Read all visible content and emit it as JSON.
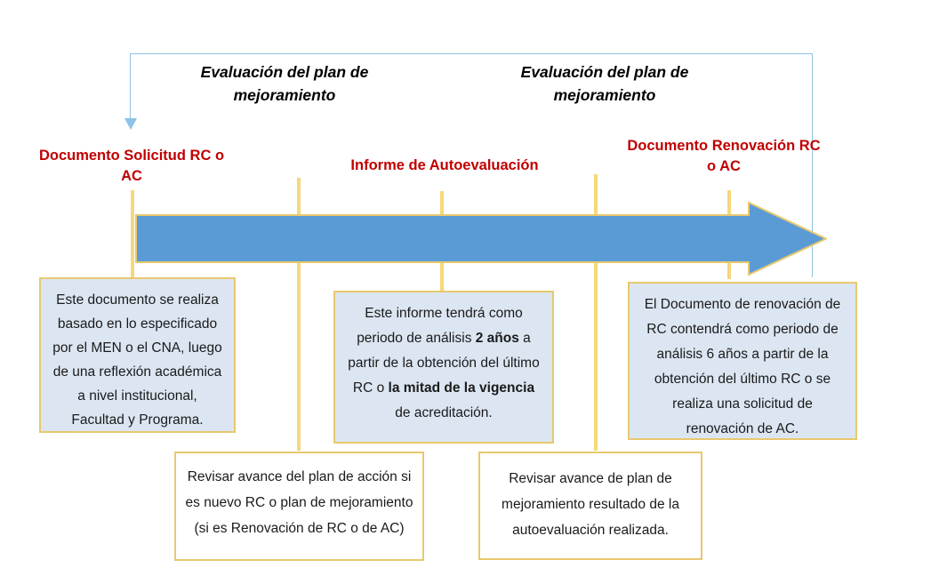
{
  "diagram": {
    "title": "Linea de tiempo proceso RC / AC",
    "colors": {
      "arrow_fill": "#5B9BD5",
      "arrow_outline": "#E8C86E",
      "tick_line": "#F7D77B",
      "bracket": "#8FC2E8",
      "box_fill": "#DCE6F2",
      "box_border": "#E8C86E",
      "milestone_text": "#C00000",
      "body_text": "#1A1A1A"
    },
    "phase_headings": [
      {
        "id": "phase-1",
        "text": "Evaluación del plan de mejoramiento"
      },
      {
        "id": "phase-2",
        "text": "Evaluación del plan de mejoramiento"
      }
    ],
    "milestones": [
      {
        "id": "milestone-1",
        "text": "Documento Solicitud RC o AC"
      },
      {
        "id": "milestone-2",
        "text": "Informe de Autoevaluación"
      },
      {
        "id": "milestone-3",
        "text": "Documento Renovación RC o AC"
      }
    ],
    "info_boxes": [
      {
        "id": "info-box-1",
        "style": "filled",
        "text": "Este documento se realiza basado en lo especificado por el MEN o el CNA, luego de una reflexión académica a nivel institucional, Facultad y Programa."
      },
      {
        "id": "info-box-2",
        "style": "filled",
        "segments": [
          {
            "text": "Este informe tendrá como periodo de análisis ",
            "bold": false
          },
          {
            "text": "2 años",
            "bold": true
          },
          {
            "text": " a partir de la obtención del último RC o ",
            "bold": false
          },
          {
            "text": "la mitad de la vigencia",
            "bold": true
          },
          {
            "text": " de acreditación.",
            "bold": false
          }
        ]
      },
      {
        "id": "info-box-3",
        "style": "filled",
        "text": "El Documento de renovación de RC contendrá como periodo de análisis 6 años a partir de la obtención del último RC o se realiza una solicitud de renovación de AC."
      },
      {
        "id": "info-box-4",
        "style": "plain",
        "text": "Revisar avance del plan de acción si es nuevo RC o plan de mejoramiento  (si es Renovación de RC o de AC)"
      },
      {
        "id": "info-box-5",
        "style": "plain",
        "text": "Revisar avance de plan de mejoramiento  resultado de la autoevaluación realizada."
      }
    ]
  }
}
